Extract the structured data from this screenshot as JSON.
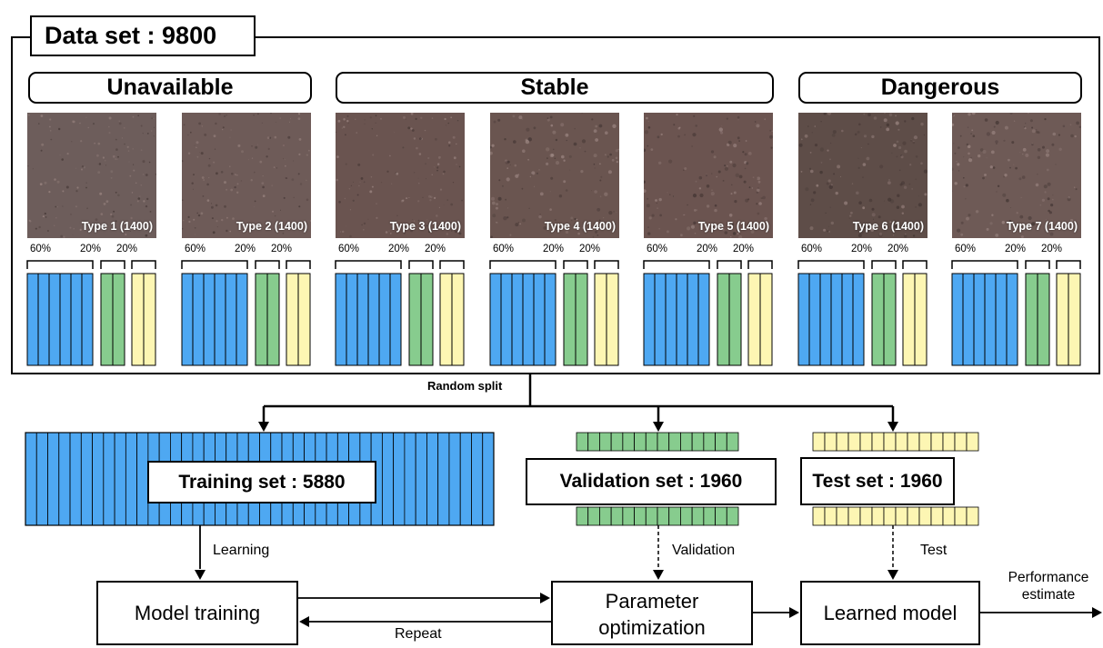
{
  "title": "Data set : 9800",
  "categories": [
    "Unavailable",
    "Stable",
    "Dangerous"
  ],
  "soil_types": [
    {
      "label": "Type 1 (1400)",
      "base": "#6d5d5b"
    },
    {
      "label": "Type 2 (1400)",
      "base": "#6e5b58"
    },
    {
      "label": "Type 3 (1400)",
      "base": "#6a5450"
    },
    {
      "label": "Type 4 (1400)",
      "base": "#6a5550"
    },
    {
      "label": "Type 5 (1400)",
      "base": "#6b5450"
    },
    {
      "label": "Type 6 (1400)",
      "base": "#5e4d48"
    },
    {
      "label": "Type 7 (1400)",
      "base": "#6e5a56"
    }
  ],
  "split_labels": {
    "train": "60%",
    "val": "20%",
    "test": "20%"
  },
  "random_split": "Random split",
  "sets": {
    "training": "Training set : 5880",
    "validation": "Validation set : 1960",
    "test": "Test set : 1960"
  },
  "flow": {
    "model_training": "Model training",
    "parameter_optimization": "Parameter optimization",
    "learned_model": "Learned model",
    "learning": "Learning",
    "validation": "Validation",
    "test": "Test",
    "repeat": "Repeat",
    "performance_estimate": "Performance estimate"
  },
  "colors": {
    "training": "#4ea8f2",
    "validation": "#87cc8e",
    "test": "#fdf6b3"
  }
}
